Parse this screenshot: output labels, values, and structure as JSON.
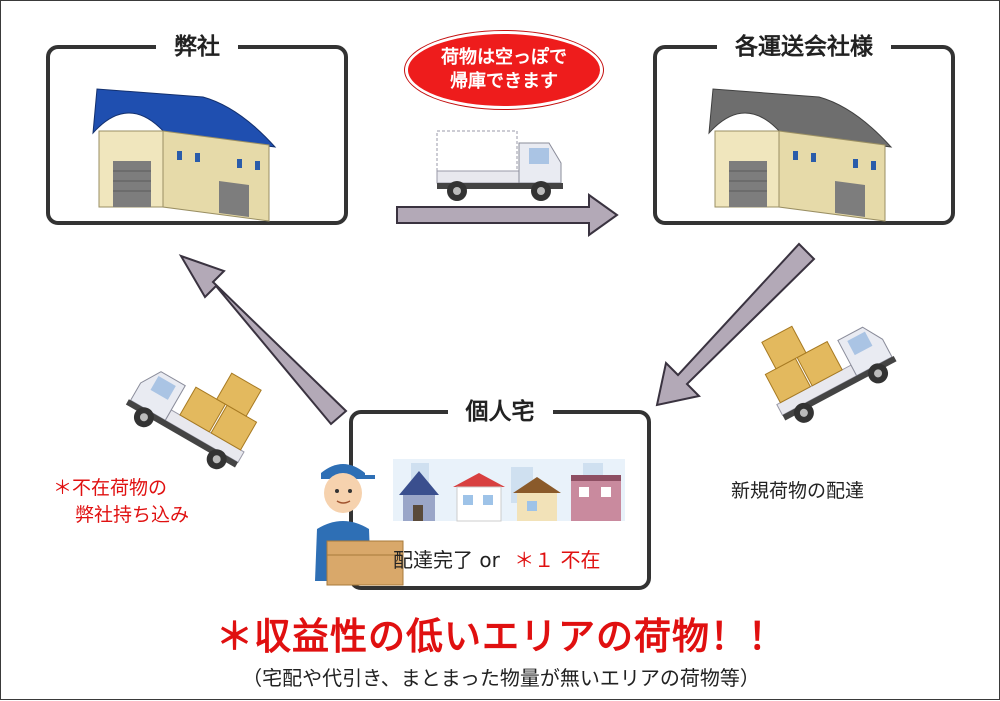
{
  "nodes": {
    "company": "弊社",
    "carrier": "各運送会社様",
    "residence": "個人宅"
  },
  "bubble": {
    "line1": "荷物は空っぽで",
    "line2": "帰庫できます"
  },
  "labels": {
    "new_delivery": "新規荷物の配達",
    "absent_line1": "＊不在荷物の",
    "absent_line2": "弊社持ち込み",
    "status_done": "配達完了 or",
    "status_absent": "＊１ 不在"
  },
  "headline": "＊収益性の低いエリアの荷物！！",
  "subline": "（宅配や代引き、まとまった物量が無いエリアの荷物等）",
  "colors": {
    "arrow": "#b3a9b7",
    "arrow_stroke": "#3a3340",
    "red": "#e01010",
    "roof_company": "#1f4fb0",
    "roof_carrier": "#6e6e6e",
    "warehouse_wall": "#f0e6bd",
    "cargo": "#e3b95e"
  }
}
